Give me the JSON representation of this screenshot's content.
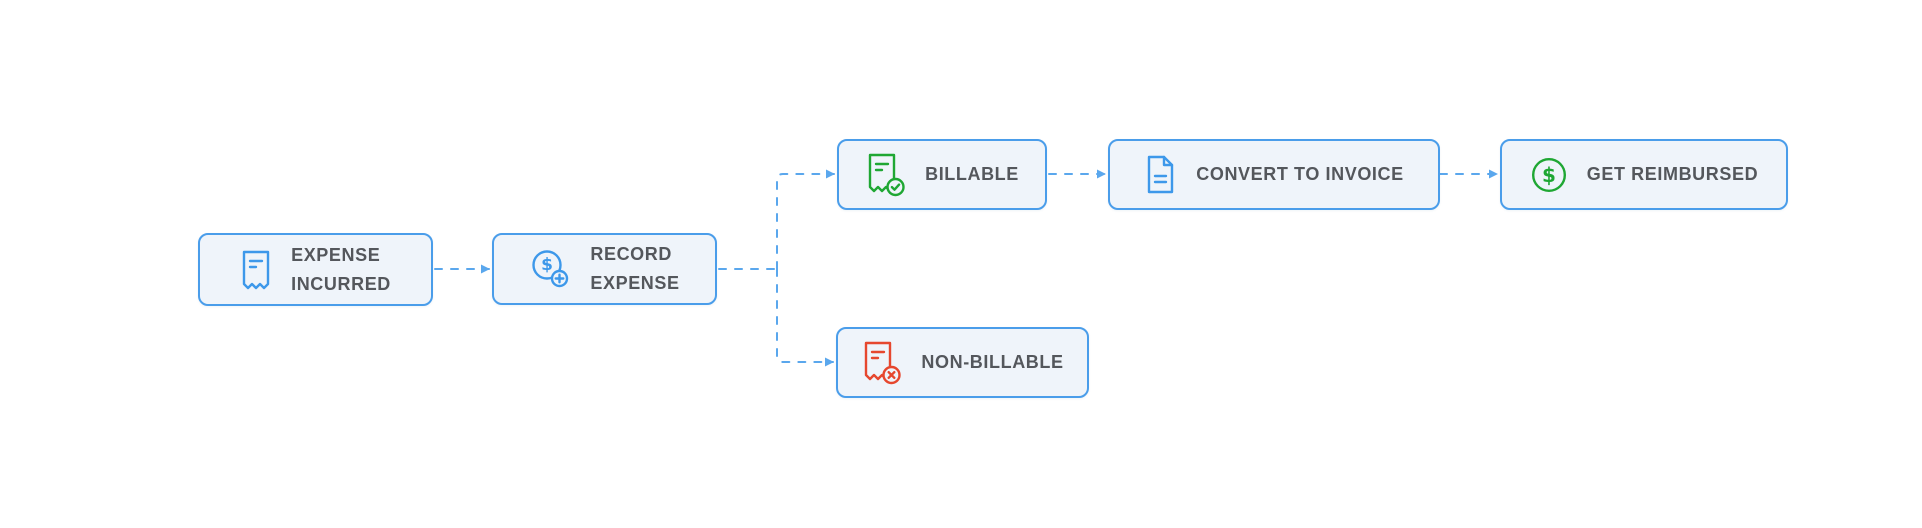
{
  "diagram": {
    "type": "flowchart",
    "background": "#ffffff",
    "nodes": [
      {
        "id": "expense-incurred",
        "label": "EXPENSE\nINCURRED",
        "icon": "receipt-icon",
        "icon_color": "#3D98EA"
      },
      {
        "id": "record-expense",
        "label": "RECORD\nEXPENSE",
        "icon": "add-expense-icon",
        "icon_color": "#3D98EA"
      },
      {
        "id": "billable",
        "label": "BILLABLE",
        "icon": "receipt-check-icon",
        "icon_color": "#1FA733"
      },
      {
        "id": "convert-to-invoice",
        "label": "CONVERT TO INVOICE",
        "icon": "invoice-document-icon",
        "icon_color": "#3D98EA"
      },
      {
        "id": "get-reimbursed",
        "label": "GET REIMBURSED",
        "icon": "dollar-circle-icon",
        "icon_color": "#1FA733"
      },
      {
        "id": "non-billable",
        "label": "NON-BILLABLE",
        "icon": "receipt-cross-icon",
        "icon_color": "#E6472E"
      }
    ],
    "edges": [
      {
        "from": "expense-incurred",
        "to": "record-expense",
        "style": "dashed-arrow"
      },
      {
        "from": "record-expense",
        "to": "billable",
        "style": "dashed-arrow"
      },
      {
        "from": "record-expense",
        "to": "non-billable",
        "style": "dashed-arrow"
      },
      {
        "from": "billable",
        "to": "convert-to-invoice",
        "style": "dashed-arrow"
      },
      {
        "from": "convert-to-invoice",
        "to": "get-reimbursed",
        "style": "dashed-arrow"
      }
    ],
    "colors": {
      "node_background": "#EFF4FA",
      "node_border": "#4A9DEA",
      "connector": "#5AA7ED",
      "label_text": "#54575C",
      "icon_blue": "#3D98EA",
      "icon_green": "#1FA733",
      "icon_red": "#E6472E"
    }
  }
}
